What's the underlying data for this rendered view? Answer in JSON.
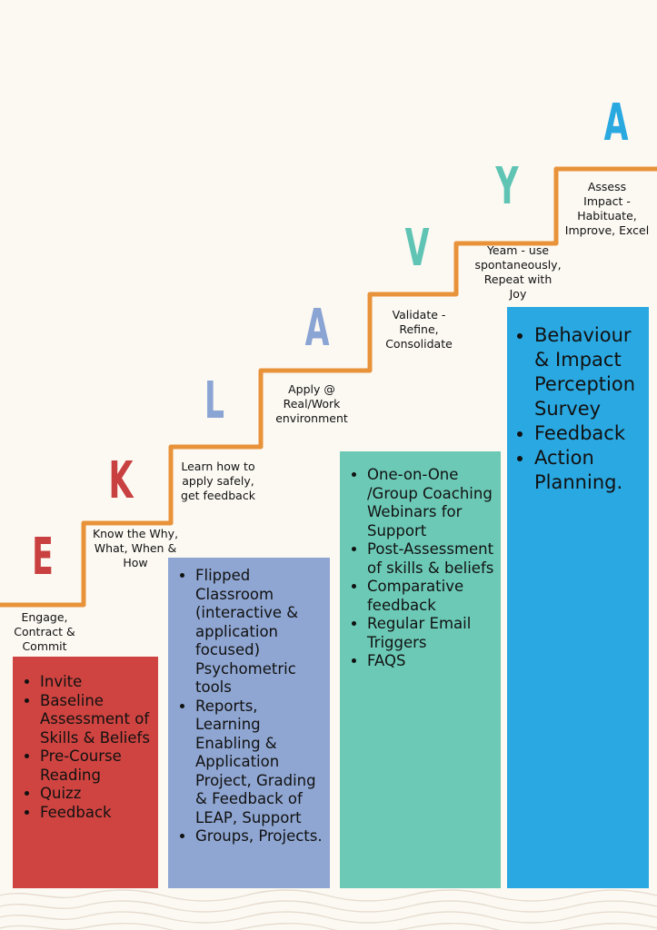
{
  "steps": [
    {
      "letter": "E",
      "letter_color": "#c94040",
      "caption": [
        "Engage,",
        "Contract &",
        "Commit"
      ]
    },
    {
      "letter": "K",
      "letter_color": "#c94040",
      "caption": [
        "Know the Why,",
        "What, When &",
        "How"
      ]
    },
    {
      "letter": "L",
      "letter_color": "#8aa4d4",
      "caption": [
        "Learn how to",
        "apply safely,",
        "get feedback"
      ]
    },
    {
      "letter": "A",
      "letter_color": "#8aa4d4",
      "caption": [
        "Apply @",
        "Real/Work",
        "environment"
      ]
    },
    {
      "letter": "V",
      "letter_color": "#5fc4b4",
      "caption": [
        "Validate -",
        "Refine,",
        "Consolidate"
      ]
    },
    {
      "letter": "Y",
      "letter_color": "#5fc4b4",
      "caption": [
        "Yeam - use",
        "spontaneously,",
        "Repeat with",
        "Joy"
      ]
    },
    {
      "letter": "A",
      "letter_color": "#2aa8e0",
      "caption": [
        "Assess",
        "Impact -",
        "Habituate,",
        "Improve, Excel"
      ]
    }
  ],
  "boxes": [
    {
      "color": "#cf4440",
      "items": [
        "Invite",
        "Baseline Assessment of Skills & Beliefs",
        "Pre-Course Reading",
        "Quizz",
        "Feedback"
      ]
    },
    {
      "color": "#8fa6d2",
      "items": [
        "Flipped Classroom (interactive & application focused) Psychometric tools",
        " Reports, Learning Enabling & Application Project, Grading & Feedback of LEAP, Support",
        "Groups, Projects."
      ]
    },
    {
      "color": "#6cc9b6",
      "items": [
        "One-on-One /Group Coaching Webinars for Support",
        " Post-Assessment of skills & beliefs",
        "Comparative feedback",
        "Regular Email Triggers",
        "FAQS"
      ]
    },
    {
      "color": "#2aa8e2",
      "items": [
        "Behaviour & Impact Perception Survey",
        "Feedback",
        " Action Planning."
      ]
    }
  ],
  "colors": {
    "background": "#fcf9f3",
    "staircase": "#e8923a"
  }
}
